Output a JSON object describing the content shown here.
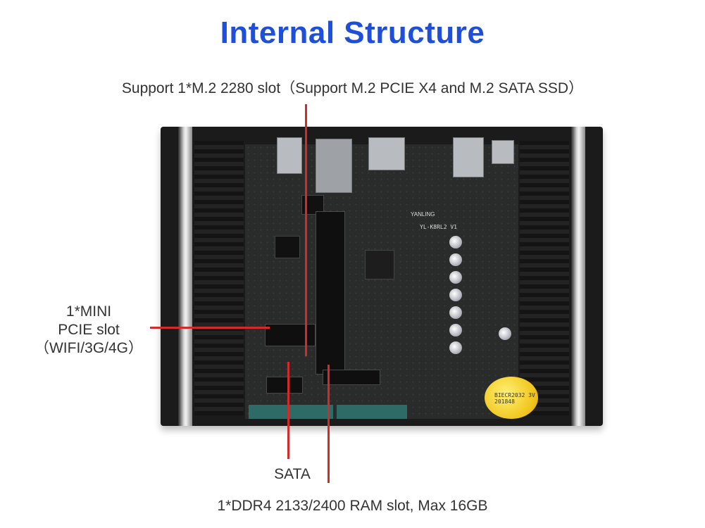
{
  "title": "Internal Structure",
  "labels": {
    "m2_slot": "Support 1*M.2 2280 slot（Support M.2 PCIE X4 and M.2 SATA SSD）",
    "mini_pcie_line1": "1*MINI",
    "mini_pcie_line2": "PCIE slot",
    "mini_pcie_line3": "（WIFI/3G/4G）",
    "sata": "SATA",
    "ddr4": "1*DDR4 2133/2400 RAM slot, Max 16GB"
  },
  "board_markings": {
    "brand": "YANLING",
    "model": "YL-K8RL2 V1",
    "battery": "BIECR2032 3V 201848"
  },
  "colors": {
    "title": "#1f4fd8",
    "callout_line": "#d12b2b",
    "label_text": "#333333"
  }
}
